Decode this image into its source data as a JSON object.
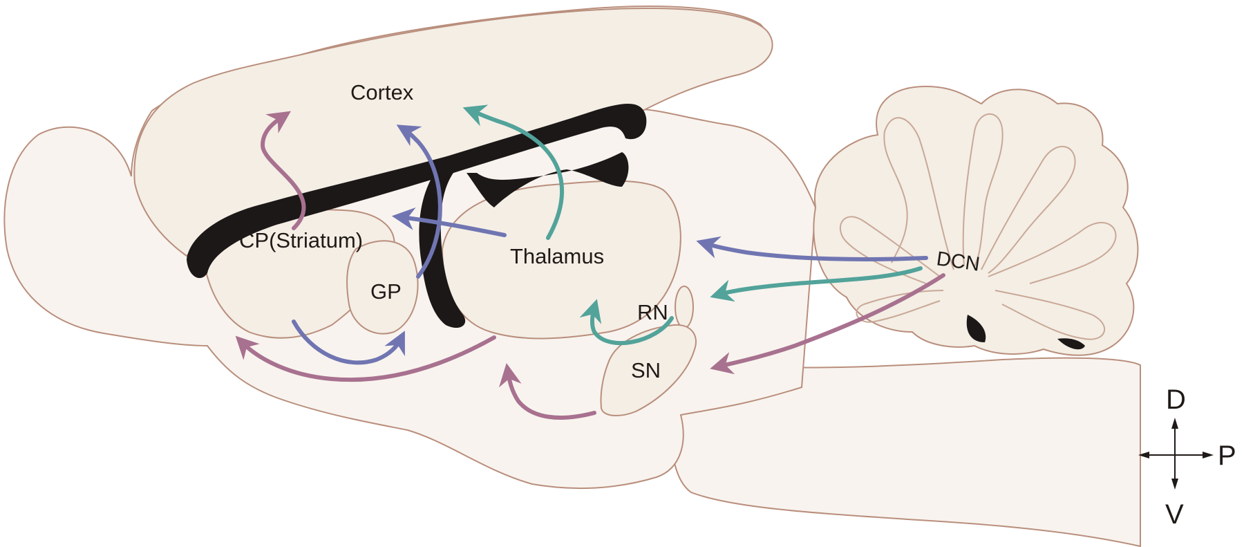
{
  "diagram": {
    "labels": {
      "cortex": "Cortex",
      "striatum": "CP(Striatum)",
      "gp": "GP",
      "thalamus": "Thalamus",
      "rn": "RN",
      "sn": "SN",
      "dcn": "DCN"
    },
    "orientation": {
      "dorsal": "D",
      "ventral": "V",
      "posterior": "P"
    },
    "colors": {
      "brain_fill": "#f4eee5",
      "brain_outline": "#b98e7c",
      "white_matter": "#1c1818",
      "pathway_magenta": "#a8718f",
      "pathway_blue": "#7075b2",
      "pathway_teal": "#52a39a",
      "text": "#1f1a17"
    }
  }
}
